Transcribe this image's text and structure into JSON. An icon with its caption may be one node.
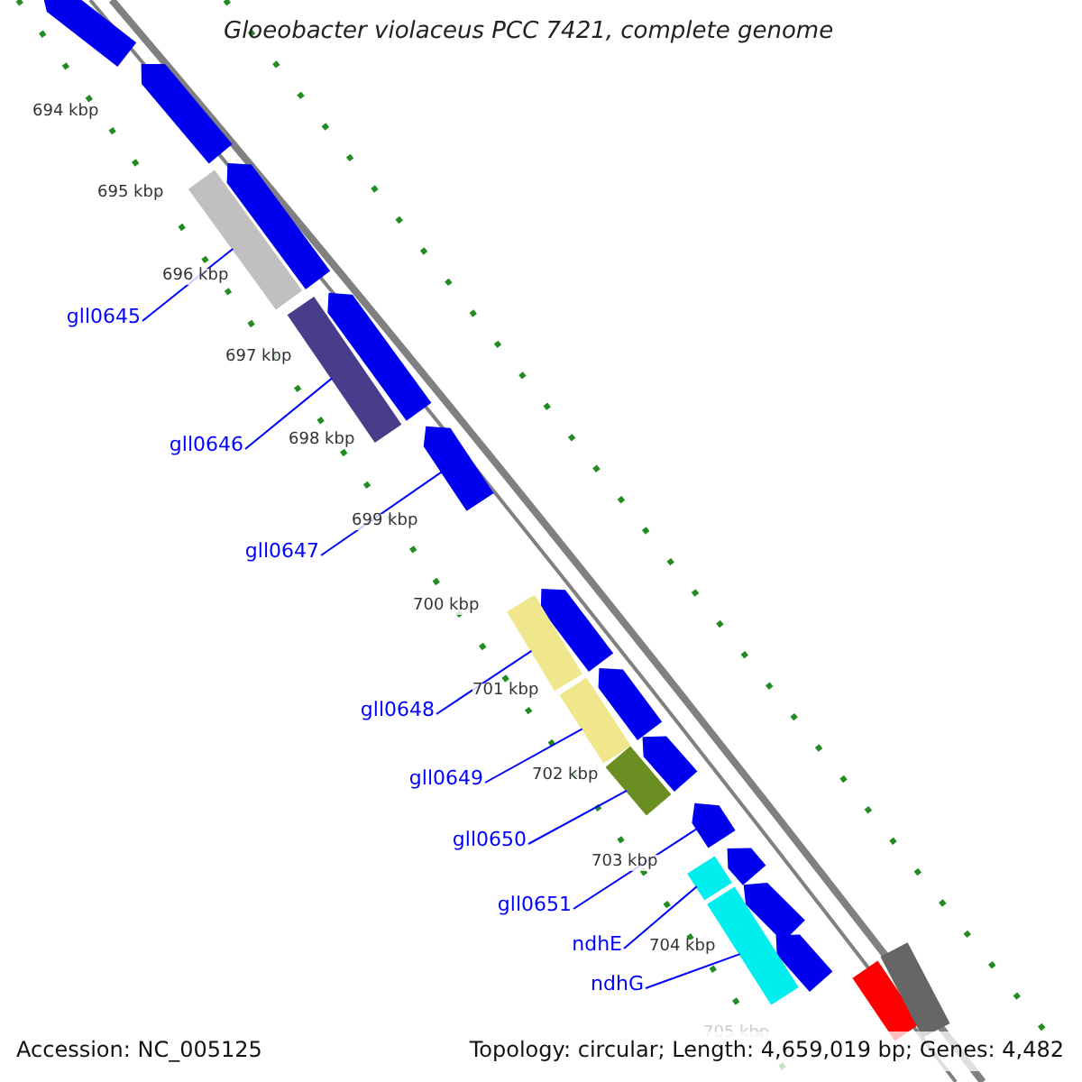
{
  "diagram": {
    "title": "Gloeobacter violaceus PCC 7421, complete genome",
    "nodes": [
      {
        "text": [
          "gll0645"
        ]
      },
      {
        "text": [
          "gll0646"
        ]
      },
      {
        "text": [
          "gll0647"
        ]
      },
      {
        "text": [
          "gll0648"
        ]
      },
      {
        "text": [
          "gll0649"
        ]
      },
      {
        "text": [
          "gll0650"
        ]
      },
      {
        "text": [
          "gll0651"
        ]
      },
      {
        "text": [
          "ndhE"
        ]
      },
      {
        "text": [
          "ndhG"
        ]
      },
      {
        "text": [],
        "shape": "bar"
      },
      {
        "text": [],
        "shape": "bar"
      },
      {
        "text": [],
        "shape": "bar"
      },
      {
        "text": [],
        "shape": "bar"
      },
      {
        "text": [],
        "shape": "bar"
      },
      {
        "text": [],
        "shape": "bar"
      },
      {
        "text": [],
        "shape": "bar"
      },
      {
        "text": [],
        "shape": "bar"
      },
      {
        "text": [],
        "shape": "bar"
      }
    ],
    "edges": [
      {
        "from": 0,
        "to": 9,
        "arrow": "none"
      },
      {
        "from": 1,
        "to": 10,
        "arrow": "none"
      },
      {
        "from": 2,
        "to": 11,
        "arrow": "none"
      },
      {
        "from": 3,
        "to": 12,
        "arrow": "none"
      },
      {
        "from": 4,
        "to": 13,
        "arrow": "none"
      },
      {
        "from": 5,
        "to": 14,
        "arrow": "none"
      },
      {
        "from": 6,
        "to": 15,
        "arrow": "none"
      },
      {
        "from": 7,
        "to": 16,
        "arrow": "none"
      },
      {
        "from": 8,
        "to": 17,
        "arrow": "none"
      }
    ],
    "labels": [
      "694 kbp",
      "695 kbp",
      "696 kbp",
      "697 kbp",
      "698 kbp",
      "699 kbp",
      "700 kbp",
      "701 kbp",
      "702 kbp",
      "703 kbp",
      "704 kbp",
      "705 kbp",
      "Accession: NC_005125",
      "Topology: circular; Length: 4,659,019 bp; Genes: 4,482"
    ]
  }
}
